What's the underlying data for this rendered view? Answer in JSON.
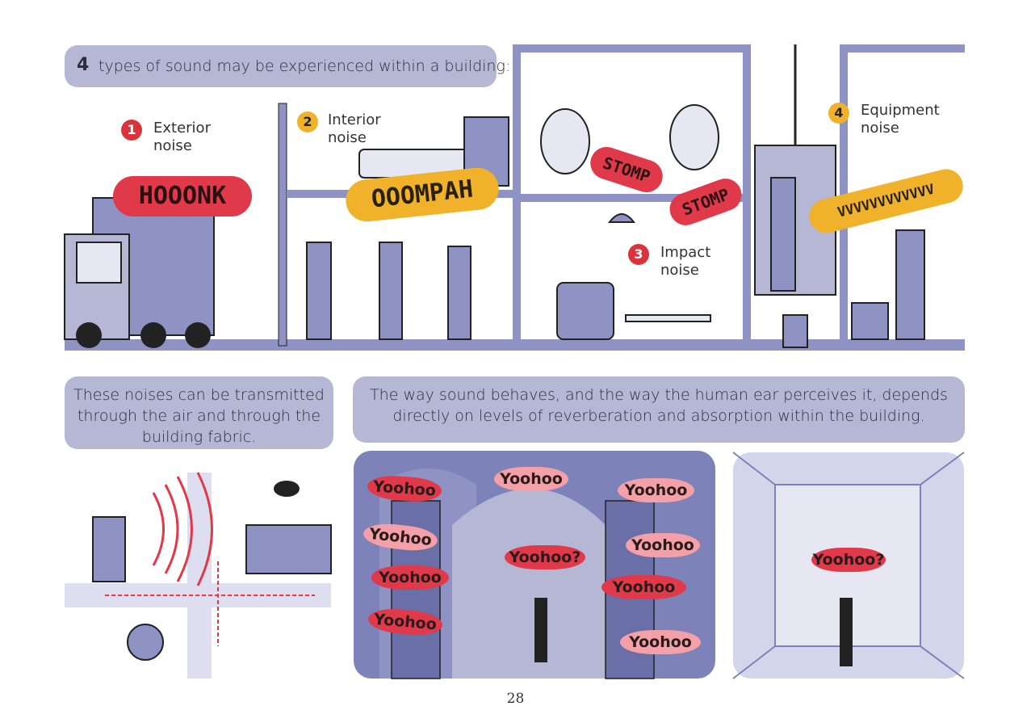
{
  "top_caption": {
    "number": "4",
    "text": "types of sound may be experienced within a building:"
  },
  "noise_types": [
    {
      "number": "1",
      "line1": "Exterior",
      "line2": "noise"
    },
    {
      "number": "2",
      "line1": "Interior",
      "line2": "noise"
    },
    {
      "number": "3",
      "line1": "Impact",
      "line2": "noise"
    },
    {
      "number": "4",
      "line1": "Equipment",
      "line2": "noise"
    }
  ],
  "sound_effects": {
    "honk": "HOOONK",
    "oompah": "OOOMPAH",
    "stomp1": "STOMP",
    "stomp2": "STOMP",
    "vvv": "VVVVVVVVVVVV"
  },
  "bottom_left_caption": {
    "line1": "These noises can be transmitted",
    "line2": "through the air and through the",
    "line3": "building fabric."
  },
  "bottom_right_caption": {
    "line1": "The way sound behaves, and the way the human ear perceives it, depends",
    "line2": "directly on levels of reverberation and absorption within the building."
  },
  "echo_words": [
    "Yoohoo",
    "Yoohoo",
    "Yoohoo",
    "Yoohoo",
    "Yoohoo",
    "Yoohoo?",
    "Yoohoo",
    "Yoohoo",
    "Yoohoo",
    "Yoohoo"
  ],
  "absorb_word": "Yoohoo?",
  "page_number": "28",
  "colors": {
    "lilac": "#b5b7d4",
    "wall": "#8e93c4",
    "red": "#e0394a",
    "pink": "#f3a0a8",
    "yellow": "#f0b22a"
  }
}
